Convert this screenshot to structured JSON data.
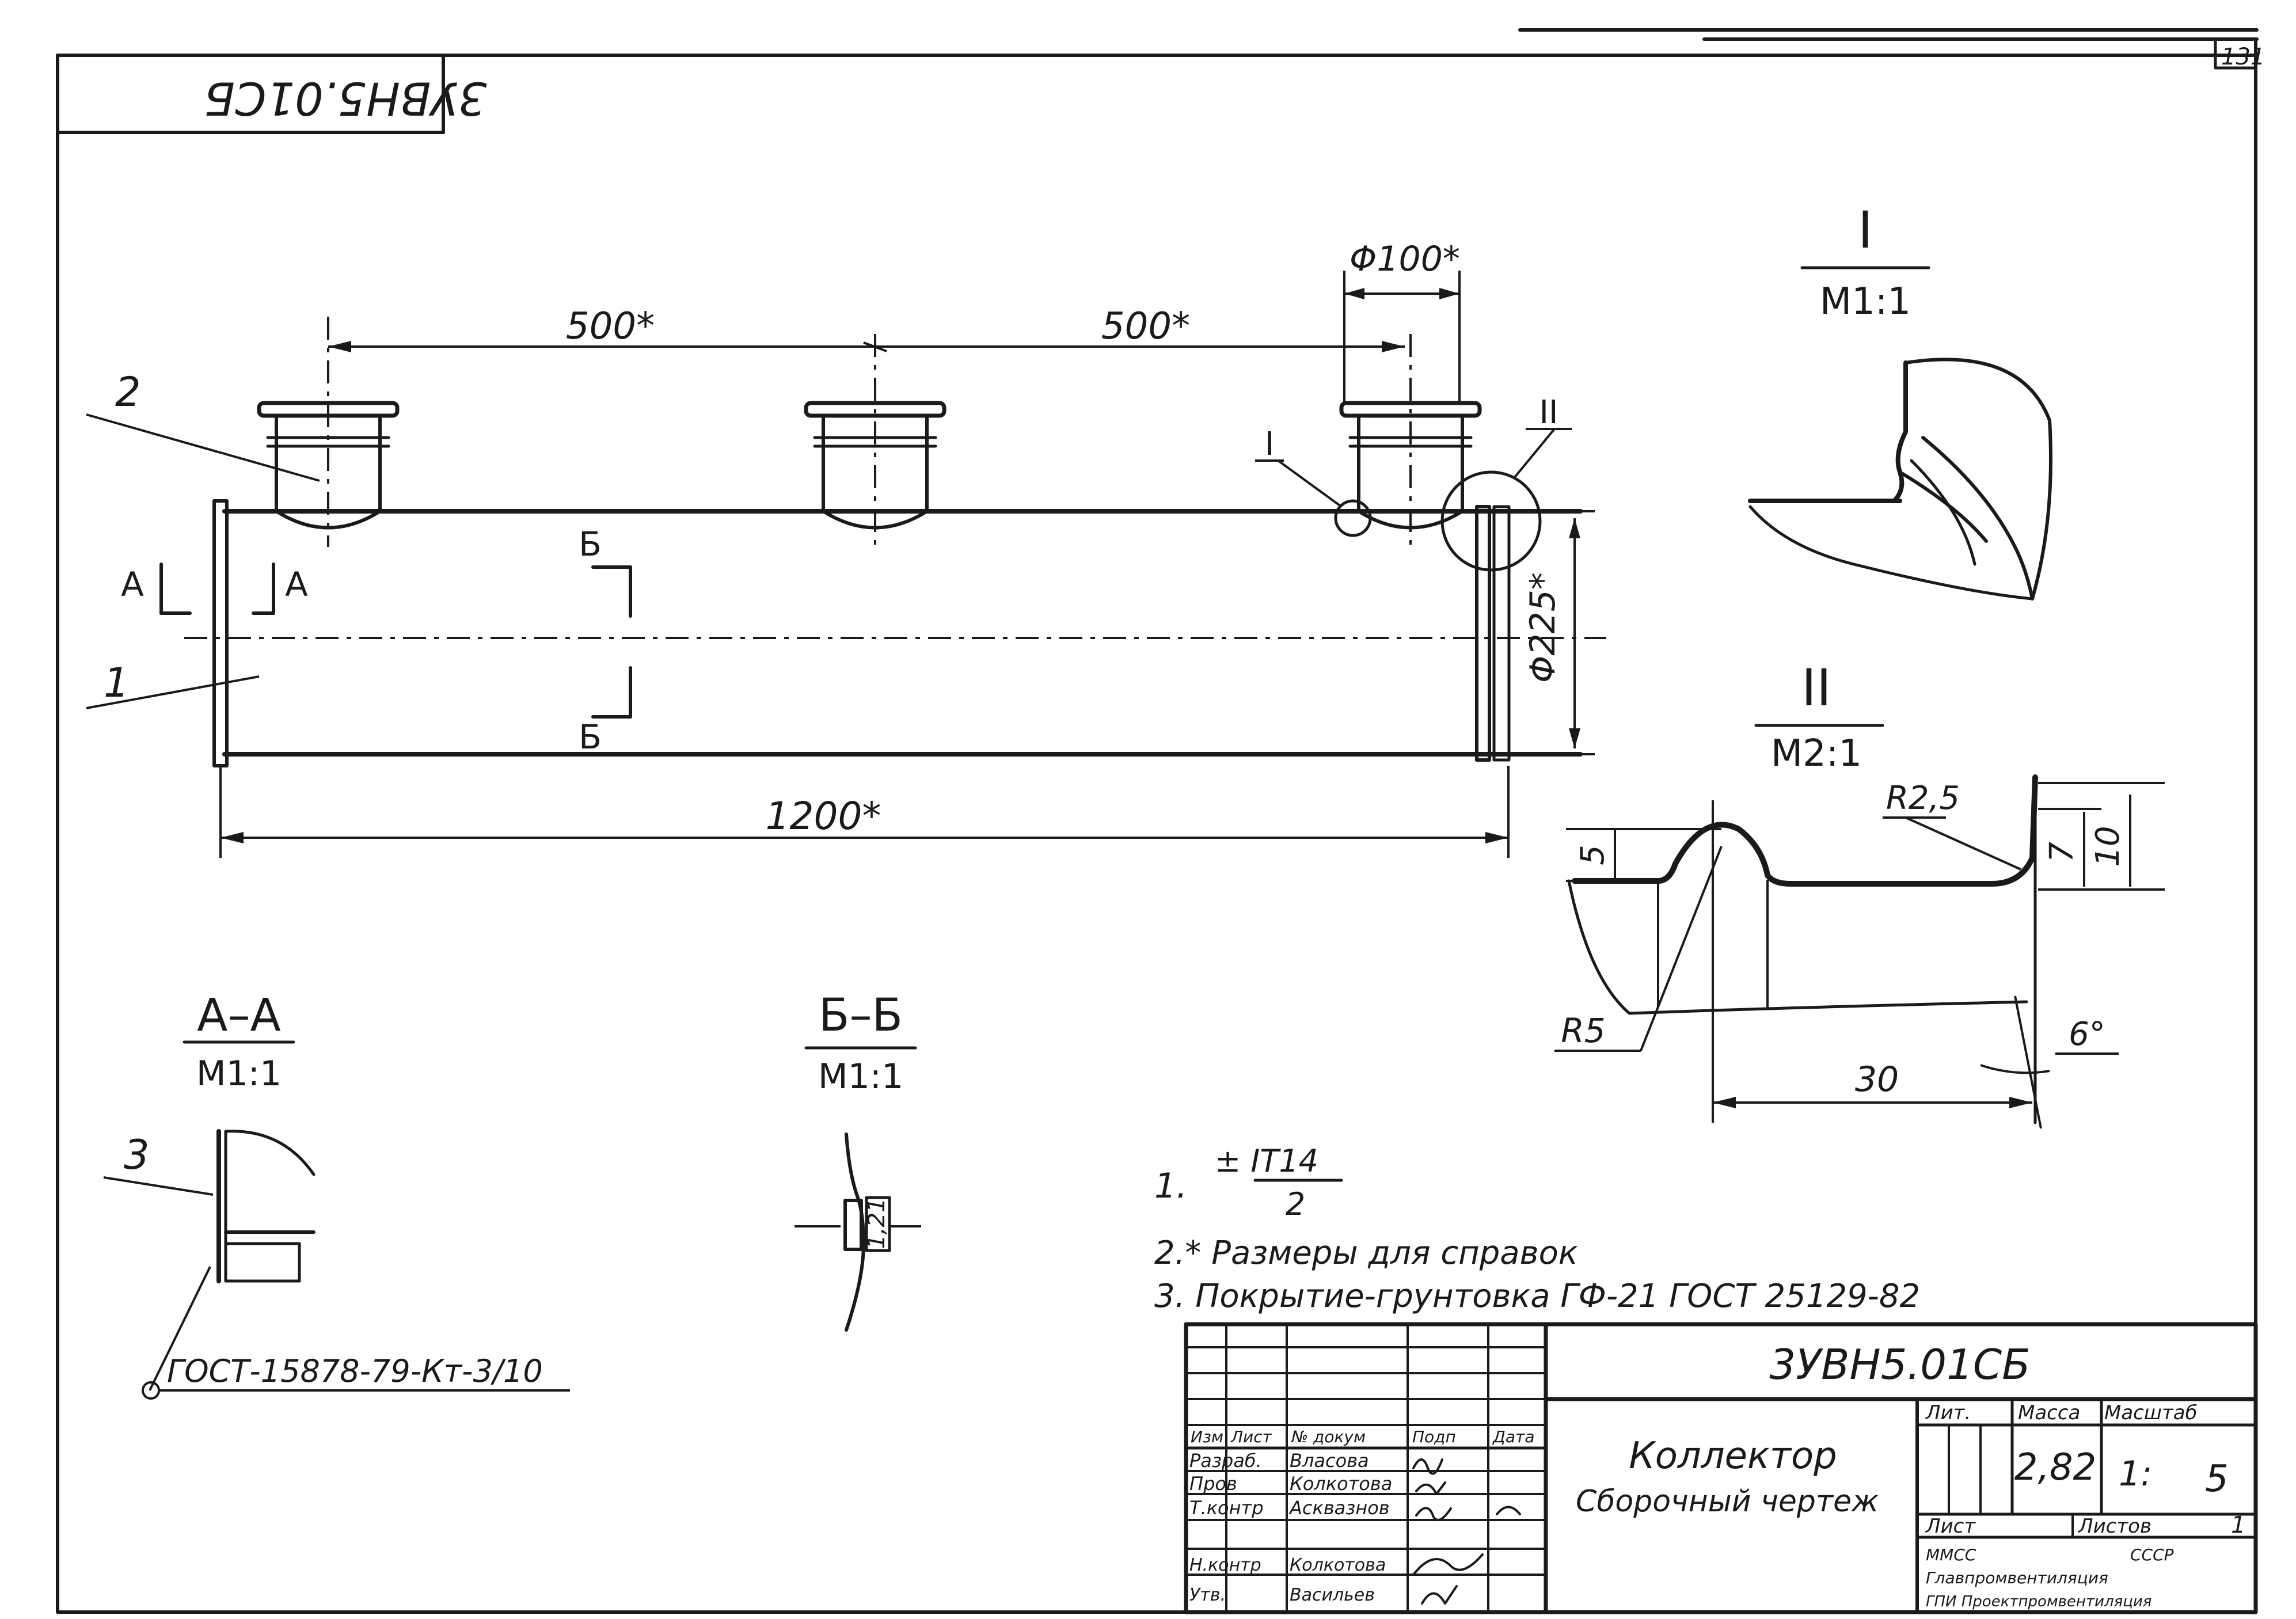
{
  "sheet": {
    "page_number": "131",
    "stamp_code_mirrored": "3УВН5.01СБ"
  },
  "main_view": {
    "dims": {
      "d500_left": "500*",
      "d500_right": "500*",
      "d_phi100": "Φ100*",
      "d_phi225": "Φ225*",
      "d_1200": "1200*"
    },
    "callouts": {
      "pos1": "1",
      "pos2": "2",
      "detail1": "I",
      "detail2": "II"
    },
    "section_marks": {
      "a_left": "А",
      "a_right": "А",
      "b_top": "Б",
      "b_bottom": "Б"
    }
  },
  "detail_I": {
    "title": "I",
    "scale": "М1:1"
  },
  "detail_II": {
    "title": "II",
    "scale": "М2:1",
    "dims": {
      "r25": "R2,5",
      "h5": "5",
      "h7": "7",
      "h10": "10",
      "r5": "R5",
      "w30": "30",
      "ang6": "6°"
    }
  },
  "section_AA": {
    "title": "А–А",
    "scale": "М1:1",
    "pos3": "3",
    "weld_note": "ГОСТ-15878-79-Кт-3/10"
  },
  "section_BB": {
    "title": "Б–Б",
    "scale": "М1:1",
    "dim": "1,21"
  },
  "notes": {
    "n1_prefix": "1.",
    "n1_frac_top": "±  IT14",
    "n1_frac_bottom": "2",
    "n2": "2.* Размеры для справок",
    "n3": "3. Покрытие-грунтовка ГФ-21 ГОСТ 25129-82"
  },
  "title_block": {
    "doc_code": "3УВН5.01СБ",
    "name": "Коллектор",
    "subtitle": "Сборочный чертеж",
    "col_headers": [
      "Изм",
      "Лист",
      "№ докум",
      "Подп",
      "Дата"
    ],
    "rows": [
      {
        "role": "Разраб.",
        "name": "Власова"
      },
      {
        "role": "Пров",
        "name": "Колкотова"
      },
      {
        "role": "Т.контр",
        "name": "Асквазнов"
      },
      {
        "role": "Н.контр",
        "name": "Колкотова"
      },
      {
        "role": "Утв.",
        "name": "Васильев"
      }
    ],
    "lit_label": "Лит.",
    "mass_label": "Масса",
    "scale_label": "Масштаб",
    "mass_value": "2,82",
    "scale_value": "1:",
    "scale_value2": "5",
    "sheet_label": "Лист",
    "sheets_label": "Листов",
    "sheets_value": "1",
    "org_line1": "ММСС",
    "org_line2": "СССР",
    "org_line3": "Главпромвентиляция",
    "org_line4": "ГПИ Проектпромвентиляция"
  }
}
